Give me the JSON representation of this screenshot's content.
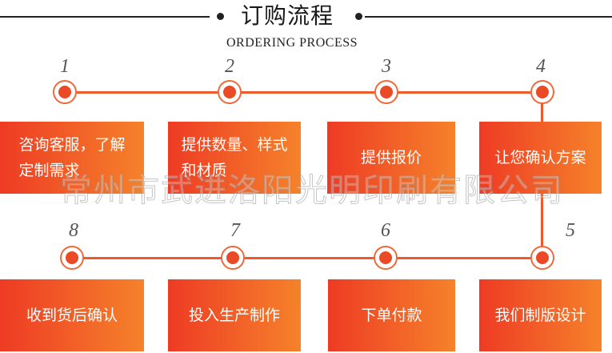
{
  "header": {
    "title": "订购流程",
    "subtitle": "ORDERING PROCESS"
  },
  "steps": [
    {
      "num": "1",
      "lines": [
        "咨询客服，了解",
        "定制需求"
      ]
    },
    {
      "num": "2",
      "lines": [
        "提供数量、样式",
        "和材质"
      ]
    },
    {
      "num": "3",
      "lines": [
        "提供报价"
      ]
    },
    {
      "num": "4",
      "lines": [
        "让您确认方案"
      ]
    },
    {
      "num": "5",
      "lines": [
        "我们制版设计"
      ]
    },
    {
      "num": "6",
      "lines": [
        "下单付款"
      ]
    },
    {
      "num": "7",
      "lines": [
        "投入生产制作"
      ]
    },
    {
      "num": "8",
      "lines": [
        "收到货后确认"
      ]
    }
  ],
  "watermark": "常州市武进洛阳光明印刷有限公司",
  "colors": {
    "accent": "#ee5a2b",
    "box_start": "#ee3b24",
    "box_end": "#f5822a",
    "header_line": "#222222"
  }
}
